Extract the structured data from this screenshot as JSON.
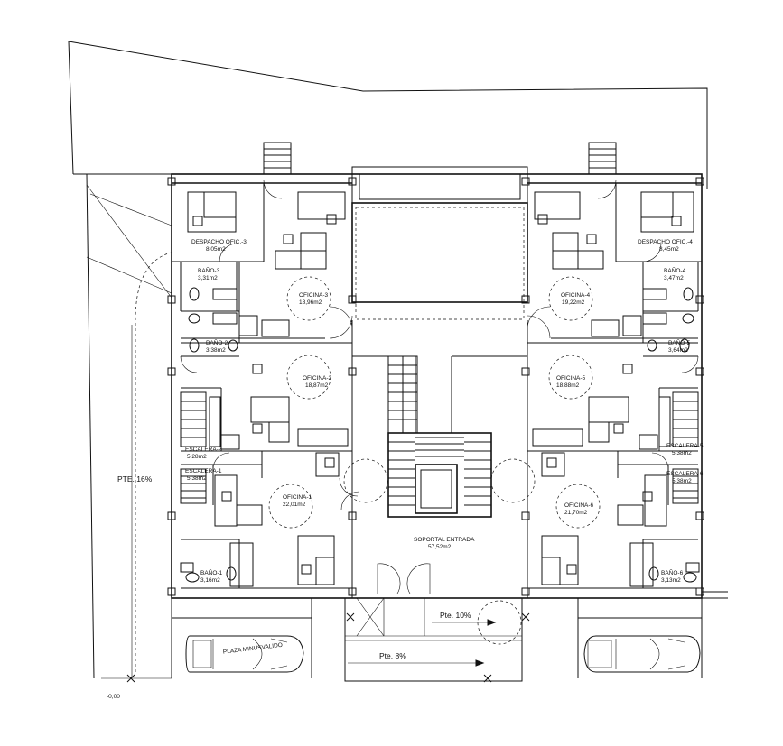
{
  "rooms": {
    "despacho_3": {
      "name": "DESPACHO OFIC.-3",
      "area": "8,05m2"
    },
    "despacho_4": {
      "name": "DESPACHO OFIC.-4",
      "area": "8,45m2"
    },
    "bano_3": {
      "name": "BAÑO-3",
      "area": "3,31m2"
    },
    "bano_4": {
      "name": "BAÑO-4",
      "area": "3,47m2"
    },
    "oficina_3": {
      "name": "OFICINA-3",
      "area": "18,96m2"
    },
    "oficina_4": {
      "name": "OFICINA-4",
      "area": "19,22m2"
    },
    "bano_2": {
      "name": "BAÑO-2",
      "area": "3,38m2"
    },
    "bano_5": {
      "name": "BAÑO-5",
      "area": "3,64m2"
    },
    "oficina_2": {
      "name": "OFICINA-2",
      "area": "18,87m2"
    },
    "oficina_5": {
      "name": "OFICINA-5",
      "area": "18,88m2"
    },
    "escalera_2": {
      "name": "ESCALERA-2",
      "area": "5,28m2"
    },
    "escalera_1": {
      "name": "ESCALERA-1",
      "area": "5,38m2"
    },
    "escalera_5": {
      "name": "ESCALERA-5",
      "area": "5,38m2"
    },
    "escalera_6": {
      "name": "ESCALERA-6",
      "area": "5,38m2"
    },
    "oficina_1": {
      "name": "OFICINA-1",
      "area": "22,01m2"
    },
    "oficina_6": {
      "name": "OFICINA-6",
      "area": "21,70m2"
    },
    "bano_1": {
      "name": "BAÑO-1",
      "area": "3,16m2"
    },
    "bano_6": {
      "name": "BAÑO-6",
      "area": "3,13m2"
    },
    "soportal": {
      "name": "SOPORTAL ENTRADA",
      "area": "57,52m2"
    }
  },
  "labels": {
    "plaza": "PLAZA MINUSVALIDO",
    "pte_16": "PTE. 16%",
    "pte_10": "Pte.  10%",
    "pte_8": "Pte.  8%",
    "level": "-0,00"
  }
}
